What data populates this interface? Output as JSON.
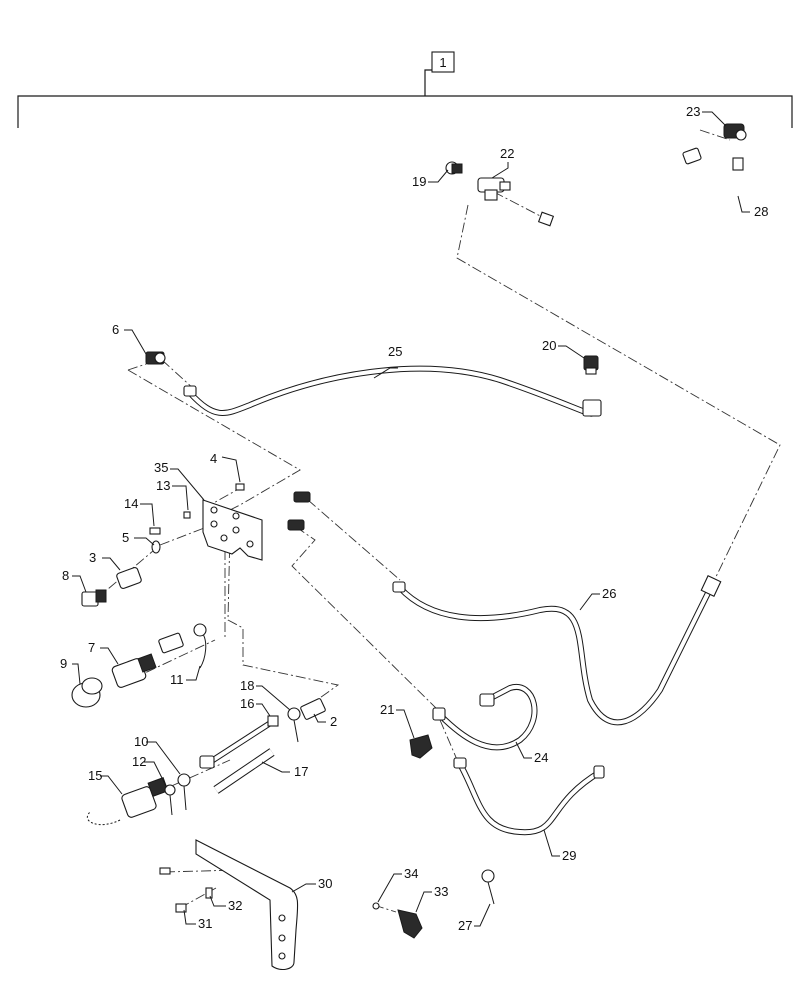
{
  "assembly": {
    "number": "1"
  },
  "callouts": [
    "2",
    "3",
    "4",
    "5",
    "6",
    "7",
    "8",
    "9",
    "10",
    "11",
    "12",
    "13",
    "14",
    "15",
    "16",
    "17",
    "18",
    "19",
    "20",
    "21",
    "22",
    "23",
    "24",
    "25",
    "26",
    "27",
    "28",
    "29",
    "30",
    "31",
    "32",
    "33",
    "34",
    "35"
  ]
}
